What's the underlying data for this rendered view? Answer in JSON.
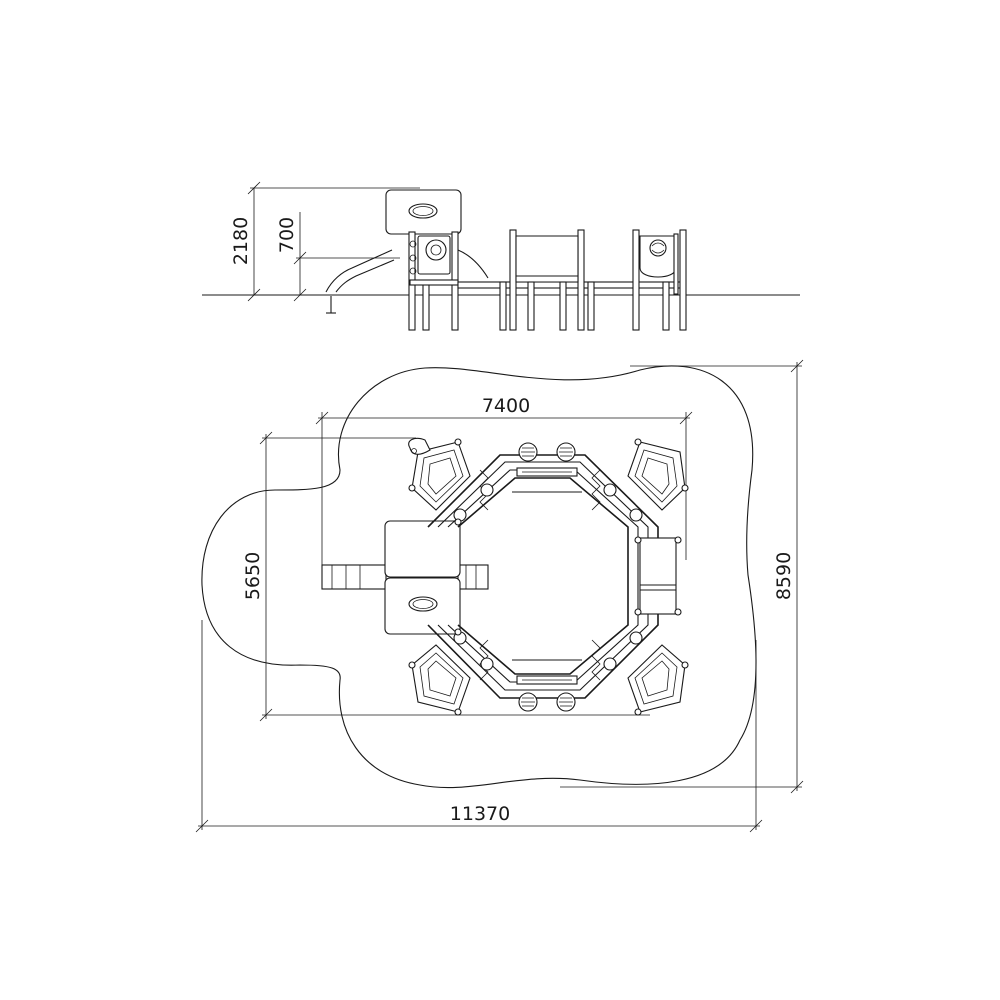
{
  "dimensions": {
    "side_height_total": "2180",
    "side_platform_height": "700",
    "plan_width_structure": "7400",
    "plan_depth_structure": "5650",
    "plan_depth_total": "8590",
    "plan_width_total": "11370"
  }
}
